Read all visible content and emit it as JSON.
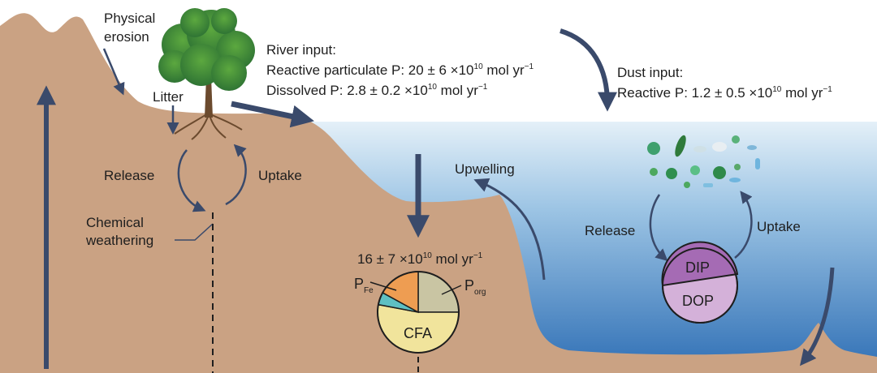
{
  "labels": {
    "physical": "Physical",
    "erosion": "erosion",
    "litter": "Litter",
    "release_land": "Release",
    "uptake_land": "Uptake",
    "chemical": "Chemical",
    "weathering": "weathering",
    "upwelling": "Upwelling",
    "release_ocean": "Release",
    "uptake_ocean": "Uptake"
  },
  "river": {
    "title": "River input:",
    "line1_pre": "Reactive particulate P: 20 ± 6 ×10",
    "line1_exp": "10",
    "line1_unit": " mol yr",
    "line1_unit_exp": "−1",
    "line2_pre": "Dissolved P: 2.8 ± 0.2 ×10",
    "line2_exp": "10",
    "line2_unit": " mol yr",
    "line2_unit_exp": "−1"
  },
  "dust": {
    "title": "Dust input:",
    "line_pre": "Reactive P: 1.2 ± 0.5 ×10",
    "line_exp": "10",
    "line_unit": " mol yr",
    "line_unit_exp": "−1"
  },
  "burial": {
    "pre": "16 ± 7 ×10",
    "exp": "10",
    "unit": " mol yr",
    "unit_exp": "−1"
  },
  "pie": {
    "pfe": "P",
    "pfe_sub": "Fe",
    "porg": "P",
    "porg_sub": "org",
    "cfa": "CFA",
    "slices": [
      {
        "name": "P_org",
        "fraction": 0.25,
        "color": "#c9c5a3"
      },
      {
        "name": "CFA",
        "fraction": 0.53,
        "color": "#f1e49c"
      },
      {
        "name": "other",
        "fraction": 0.05,
        "color": "#5ec0c3"
      },
      {
        "name": "P_Fe",
        "fraction": 0.17,
        "color": "#ee9d52"
      }
    ]
  },
  "ocean_pool": {
    "dip": "DIP",
    "dop": "DOP",
    "dip_color": "#a56bb4",
    "dop_color": "#d4b1d9"
  },
  "colors": {
    "land": "#caa283",
    "arrow": "#3a4a6b",
    "sea_top": "#dcebf6",
    "sea_bottom": "#3978bd",
    "tree": "#3f8e3a"
  }
}
